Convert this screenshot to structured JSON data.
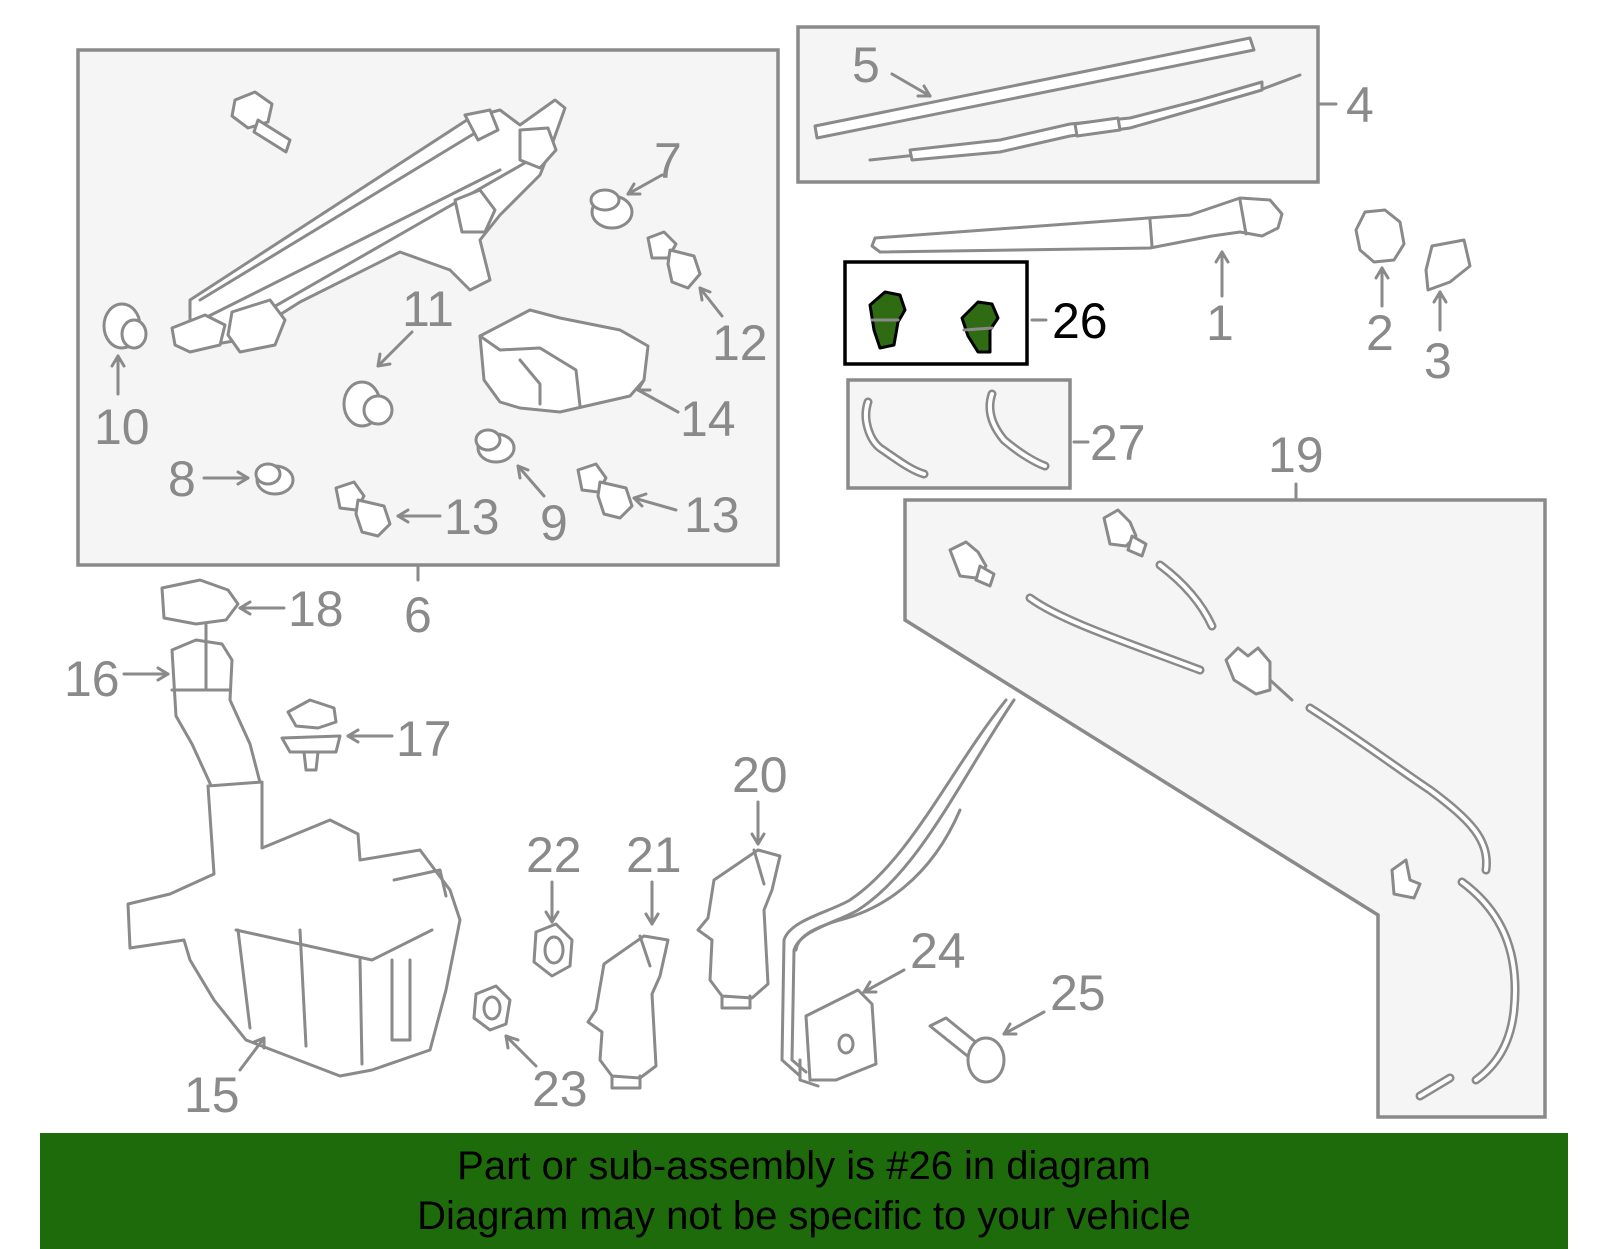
{
  "colors": {
    "line": "#8a8a8a",
    "highlight_fill": "#2f6b12",
    "banner_bg": "#1e6b0c",
    "banner_text": "#000000"
  },
  "highlighted_part": "26",
  "callouts": {
    "c1": "1",
    "c2": "2",
    "c3": "3",
    "c4": "4",
    "c5": "5",
    "c6": "6",
    "c7": "7",
    "c8": "8",
    "c9": "9",
    "c10": "10",
    "c11": "11",
    "c12": "12",
    "c13a": "13",
    "c13b": "13",
    "c14": "14",
    "c15": "15",
    "c16": "16",
    "c17": "17",
    "c18": "18",
    "c19": "19",
    "c20": "20",
    "c21": "21",
    "c22": "22",
    "c23": "23",
    "c24": "24",
    "c25": "25",
    "c26": "26",
    "c27": "27"
  },
  "banner": {
    "line1": "Part or sub-assembly is #26 in diagram",
    "line2": "Diagram may not be specific to your vehicle"
  }
}
